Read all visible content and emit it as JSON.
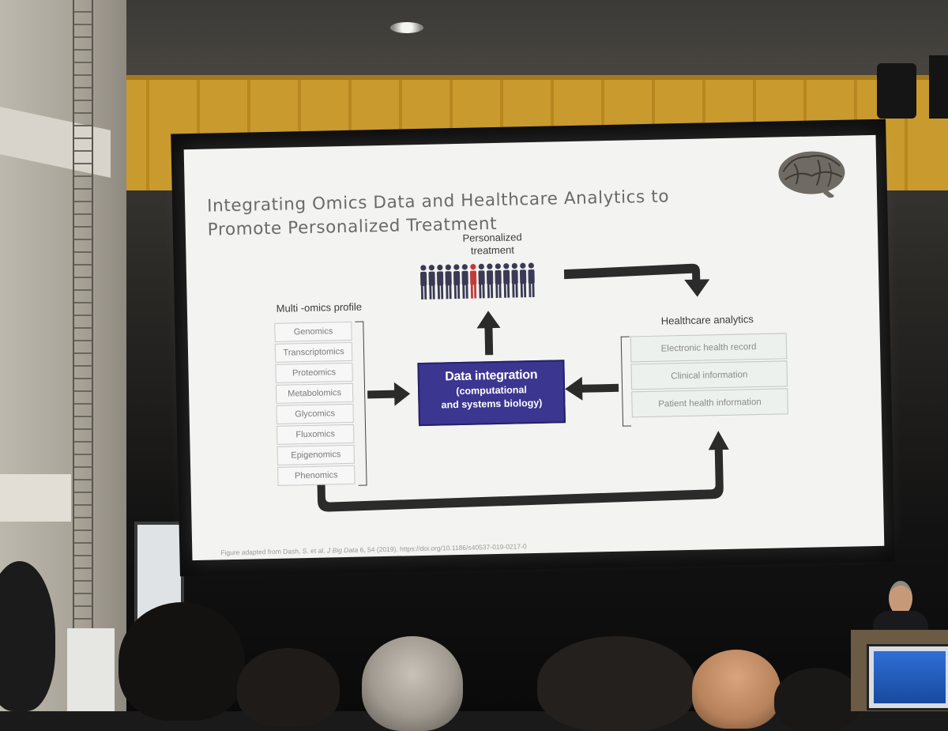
{
  "slide": {
    "title_line1": "Integrating Omics Data and Healthcare Analytics to",
    "title_line2": "Promote Personalized Treatment",
    "personalized_line1": "Personalized",
    "personalized_line2": "treatment",
    "multi_omics_label": "Multi -omics profile",
    "omics": [
      "Genomics",
      "Transcriptomics",
      "Proteomics",
      "Metabolomics",
      "Glycomics",
      "Fluxomics",
      "Epigenomics",
      "Phenomics"
    ],
    "data_integration_title": "Data integration",
    "data_integration_line2": "(computational",
    "data_integration_line3": "and systems biology)",
    "healthcare_label": "Healthcare analytics",
    "healthcare": [
      "Electronic health record",
      "Clinical information",
      "Patient health information"
    ],
    "caption_prefix": "Figure adapted from Dash, S. et al.",
    "caption_journal": "J Big Data",
    "caption_suffix": "6, 54 (2019). https://doi.org/10.1186/s40537-019-0217-0"
  },
  "colors": {
    "data_box": "#3b3690",
    "highlight_person": "#c23b3b",
    "person": "#3a3a55",
    "arrow": "#2b2b2b"
  }
}
